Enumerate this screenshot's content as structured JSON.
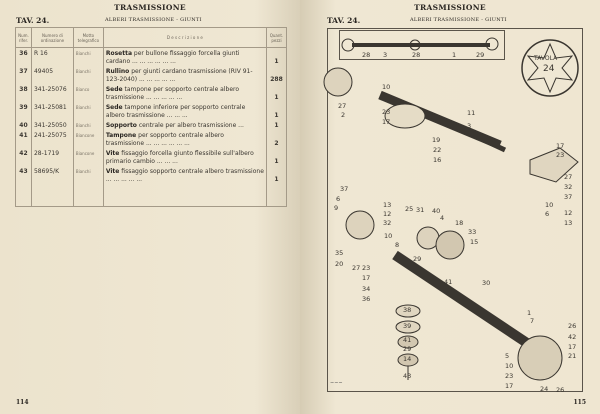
{
  "left_page": {
    "section": "TRASMISSIONE",
    "table_ref": "TAV. 24.",
    "subtitle": "ALBERI TRASMISSIONE - GIUNTI",
    "page_number": "114",
    "headers": [
      "Num. rifer.",
      "Numero di ordinazione",
      "Motto telegrafico",
      "D e s c r i z i o n e",
      "Quant. pezzi"
    ],
    "rows": [
      {
        "num": "36",
        "code": "R 16",
        "mark": "Bianchi",
        "name": "Rosetta",
        "desc": "per bullone fissaggio forcella giunti cardano ... ... ... ... ... ...",
        "qty": "1"
      },
      {
        "num": "37",
        "code": "49405",
        "mark": "Bianchi",
        "name": "Rullino",
        "desc": "per giunti cardano trasmissione (RIV 91-123-2040) ... ... ... ... ...",
        "qty": "288"
      },
      {
        "num": "38",
        "code": "341-25076",
        "mark": "Bianco",
        "name": "Sede",
        "desc": "tampone per sopporto centrale albero trasmissione ... ... ... ... ...",
        "qty": "1"
      },
      {
        "num": "39",
        "code": "341-25081",
        "mark": "Bianchi",
        "name": "Sede",
        "desc": "tampone inferiore per sopporto centrale albero trasmissione ... ... ...",
        "qty": "1"
      },
      {
        "num": "40",
        "code": "341-25050",
        "mark": "Bianchi",
        "name": "Sopporto",
        "desc": "centrale per albero trasmissione ...",
        "qty": "1"
      },
      {
        "num": "41",
        "code": "241-25075",
        "mark": "Biancone",
        "name": "Tampone",
        "desc": "per sopporto centrale albero trasmissione ... ... ... ... ... ...",
        "qty": "2"
      },
      {
        "num": "42",
        "code": "28-1719",
        "mark": "Biancone",
        "name": "Vite",
        "desc": "fissaggio forcella giunto flessibile sull'albero primario cambio ... ... ...",
        "qty": "1"
      },
      {
        "num": "43",
        "code": "58695/K",
        "mark": "Bianchi",
        "name": "Vite",
        "desc": "fissaggio sopporto centrale albero trasmissione ... ... ... ... ...",
        "qty": "1"
      }
    ]
  },
  "right_page": {
    "section": "TRASMISSIONE",
    "table_ref": "TAV. 24.",
    "subtitle": "ALBERI TRASMISSIONE - GIUNTI",
    "page_number": "115",
    "badge": {
      "line1": "TAVOLA",
      "line2": "24"
    },
    "inset_callouts": [
      "28",
      "3",
      "28",
      "1",
      "29"
    ],
    "callouts": [
      "10",
      "27",
      "2",
      "23",
      "17",
      "11",
      "3",
      "19",
      "22",
      "16",
      "17",
      "23",
      "27",
      "32",
      "37",
      "12",
      "13",
      "10",
      "6",
      "37",
      "6",
      "9",
      "13",
      "12",
      "32",
      "25",
      "31",
      "40",
      "4",
      "18",
      "33",
      "15",
      "10",
      "8",
      "35",
      "20",
      "27",
      "23",
      "17",
      "34",
      "36",
      "29",
      "41",
      "30",
      "38",
      "39",
      "41",
      "29",
      "14",
      "43",
      "1",
      "7",
      "26",
      "42",
      "17",
      "21",
      "5",
      "10",
      "23",
      "17",
      "24",
      "26"
    ]
  }
}
